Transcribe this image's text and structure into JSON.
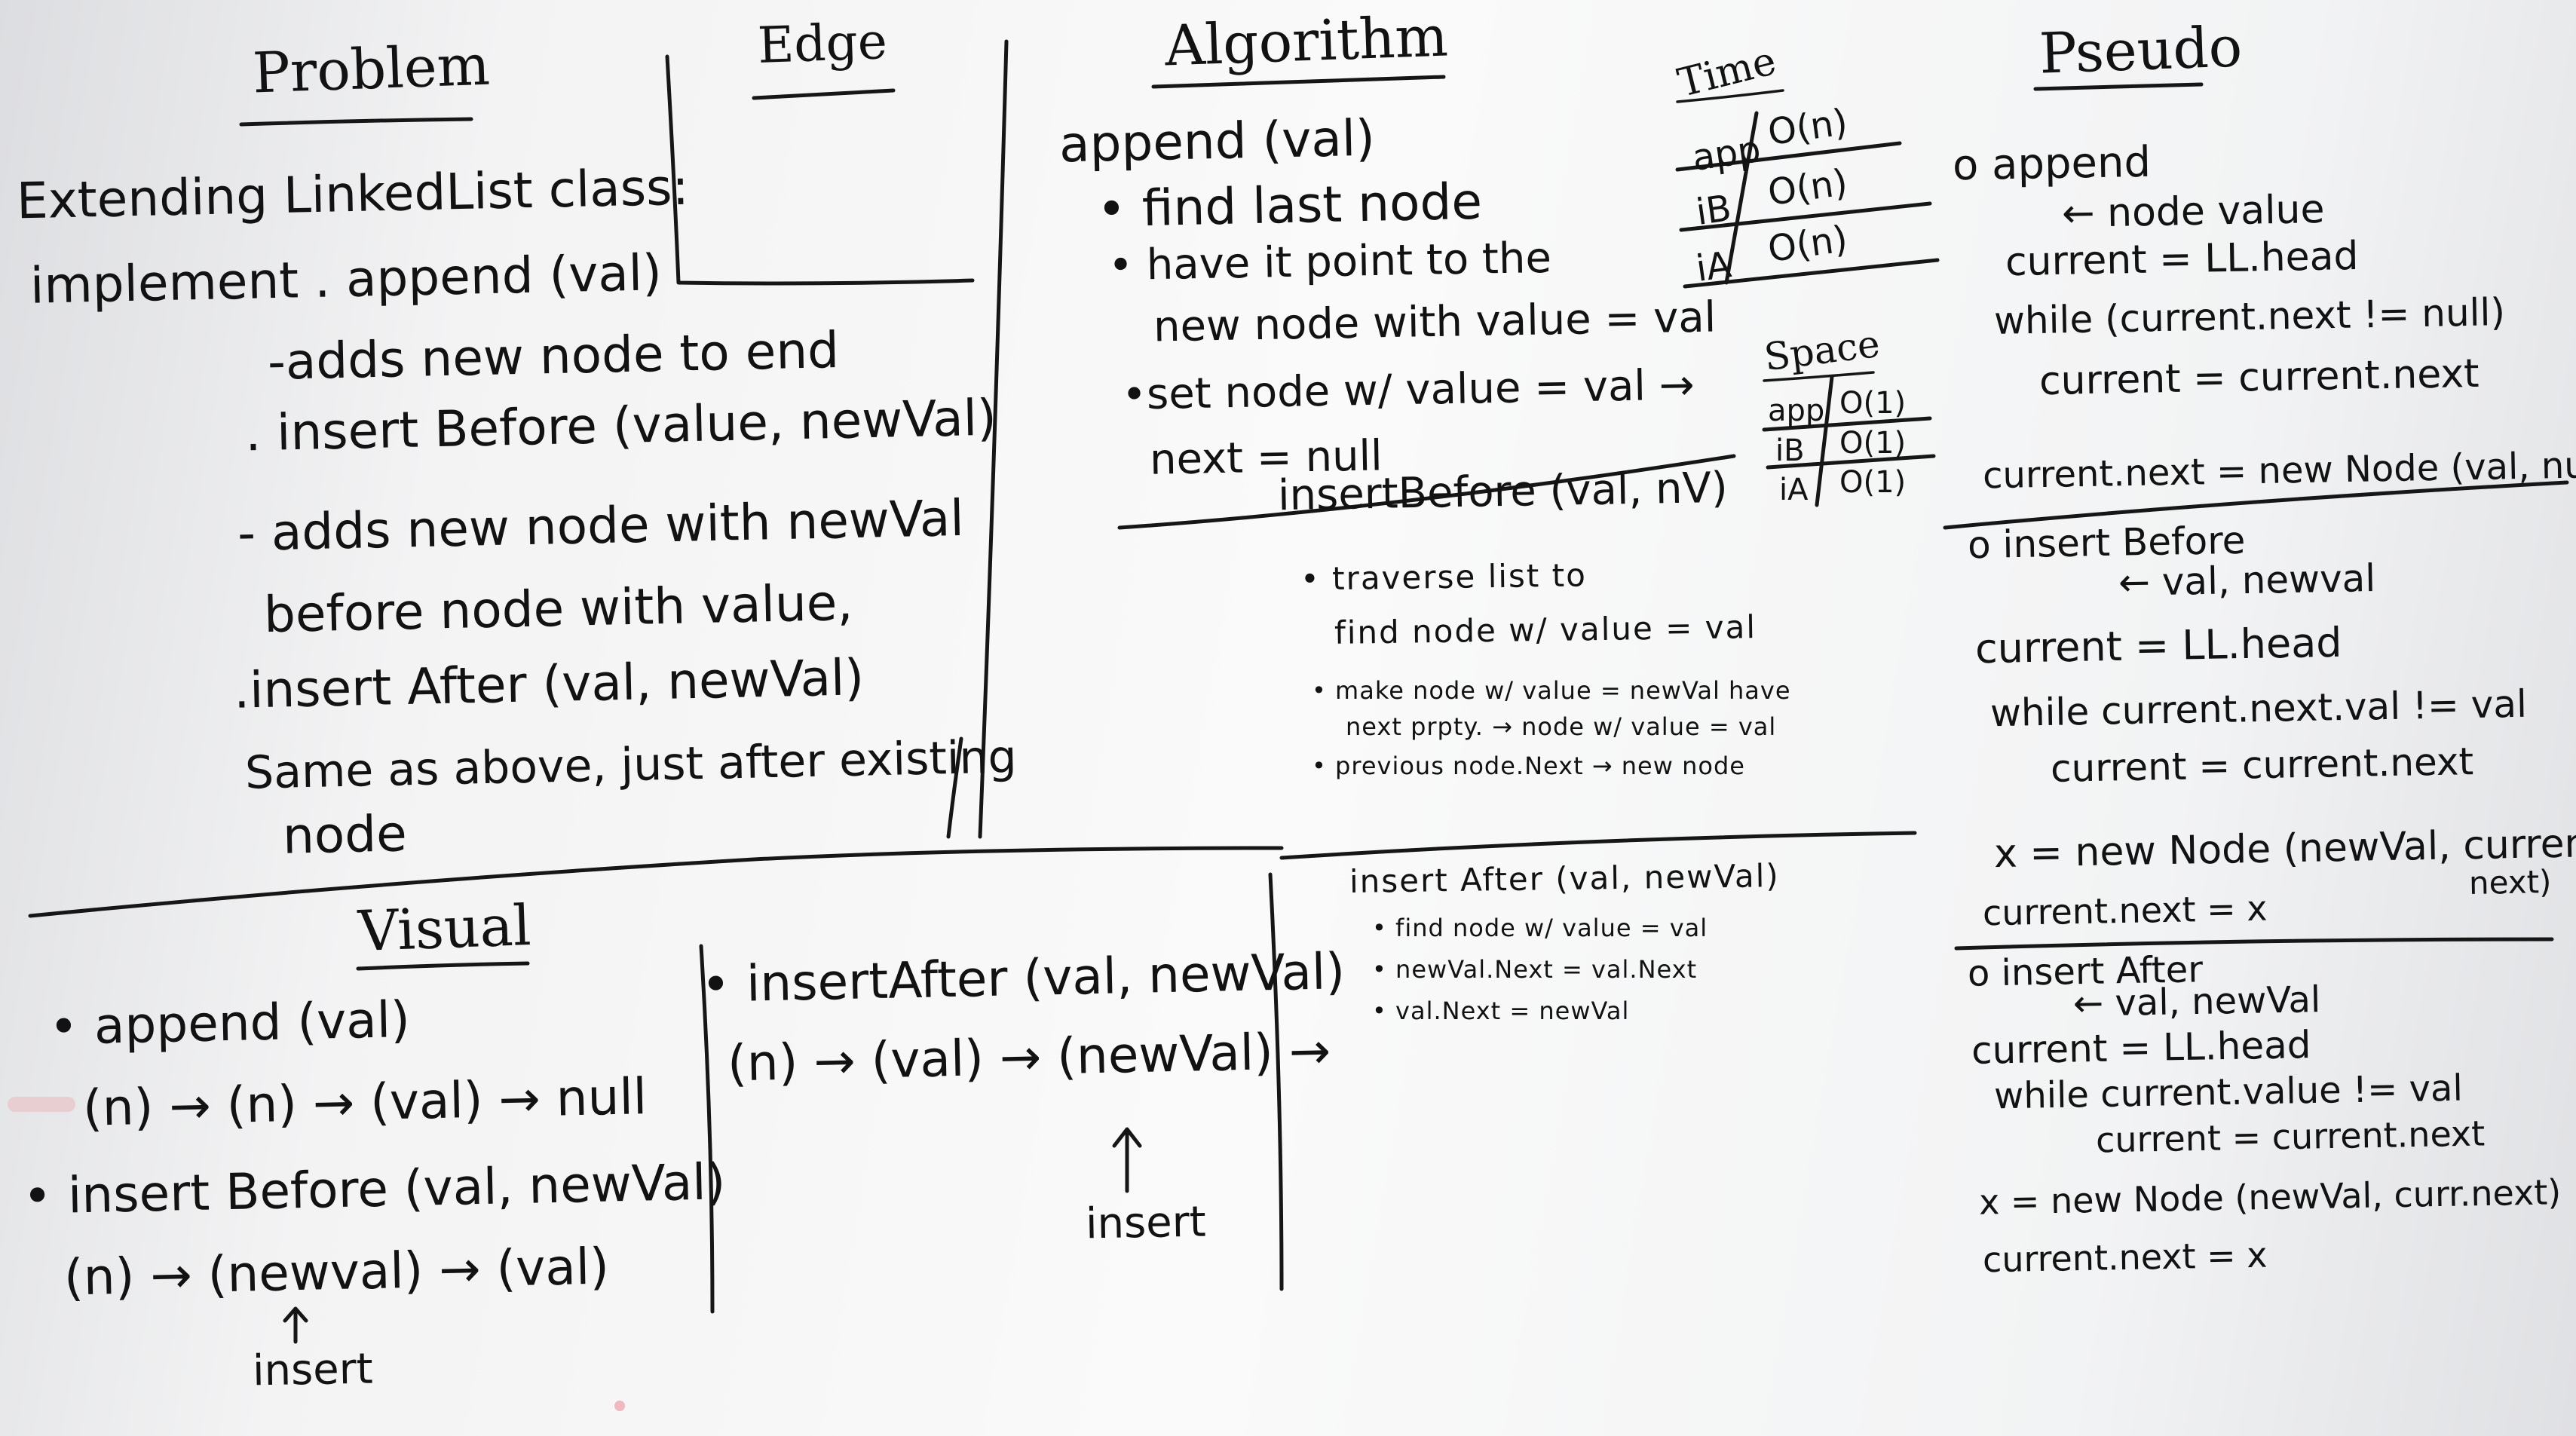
{
  "headings": {
    "problem": "Problem",
    "edge": "Edge",
    "algorithm": "Algorithm",
    "pseudo": "Pseudo",
    "visual": "Visual",
    "time": "Time",
    "space": "Space"
  },
  "problem": [
    "Extending LinkedList class:",
    "implement . append (val)",
    "-adds new node to end",
    ". insert Before (value, newVal)",
    "- adds new node with newVal",
    "before node with value,",
    ".insert After (val, newVal)",
    "Same as above, just after existing",
    "node"
  ],
  "algorithm": {
    "append": [
      "append (val)",
      "• find last node",
      "• have it point to the",
      "new node with value = val",
      "•set node w/ value = val →",
      "next = null"
    ],
    "insert_before": [
      "insertBefore (val, nV)",
      "• traverse list to",
      "find node w/ value = val",
      "• make node w/ value = newVal have",
      "next prpty. → node w/ value = val",
      "• previous node.Next → new node"
    ],
    "insert_after": [
      "insert After (val, newVal)",
      "• find node w/ value = val",
      "• newVal.Next = val.Next",
      "• val.Next = newVal"
    ]
  },
  "time_table": [
    {
      "method": "app",
      "big_o": "O(n)"
    },
    {
      "method": "iB",
      "big_o": "O(n)"
    },
    {
      "method": "iA",
      "big_o": "O(n)"
    }
  ],
  "space_table": [
    {
      "method": "app",
      "big_o": "O(1)"
    },
    {
      "method": "iB",
      "big_o": "O(1)"
    },
    {
      "method": "iA",
      "big_o": "O(1)"
    }
  ],
  "pseudo": {
    "append": [
      "o append",
      "← node value",
      "current = LL.head",
      "while (current.next != null)",
      "current = current.next",
      "current.next = new Node (val, null)"
    ],
    "insert_before": [
      "o insert Before",
      "← val, newval",
      "current = LL.head",
      "while current.next.val != val",
      "current = current.next",
      "x = new Node (newVal, current",
      "next)",
      "current.next = x"
    ],
    "insert_after": [
      "o insert After",
      "← val, newVal",
      "current = LL.head",
      "while current.value != val",
      "current = current.next",
      "x = new Node (newVal, curr.next)",
      "current.next = x"
    ]
  },
  "visual": {
    "append_label": "• append (val)",
    "append_chain": "(n) → (n) → (val) → null",
    "insert_before_label": "• insert Before (val, newVal)",
    "insert_before_chain": "(n) → (newval) → (val)",
    "insert_before_marker": "insert",
    "insert_after_label": "• insertAfter (val, newVal)",
    "insert_after_chain": "(n) → (val) → (newVal) →",
    "insert_after_marker": "insert"
  }
}
